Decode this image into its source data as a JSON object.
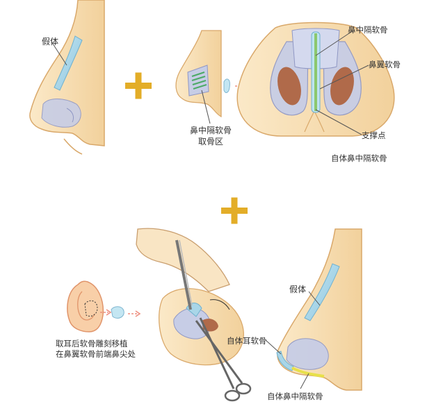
{
  "labels": {
    "implant_top": "假体",
    "septal_harvest_l1": "鼻中隔软骨",
    "septal_harvest_l2": "取骨区",
    "septal_cartilage": "鼻中隔软骨",
    "alar_cartilage": "鼻翼软骨",
    "support_point": "支撑点",
    "autologous_septal": "自体鼻中隔软骨",
    "ear_caption_l1": "取耳后软骨雕刻移植",
    "ear_caption_l2": "在鼻翼软骨前端鼻尖处",
    "implant_bottom": "假体",
    "autologous_ear": "自体耳软骨",
    "autologous_septal_bottom": "自体鼻中隔软骨"
  },
  "colors": {
    "skin": "#f6dcae",
    "skin_line": "#d9a86a",
    "implant": "#a9d6e8",
    "cartilage": "#c7cde6",
    "plus": "#e3ad28",
    "arrow": "#ee8f80",
    "graft_yellow": "#e8e04a"
  }
}
